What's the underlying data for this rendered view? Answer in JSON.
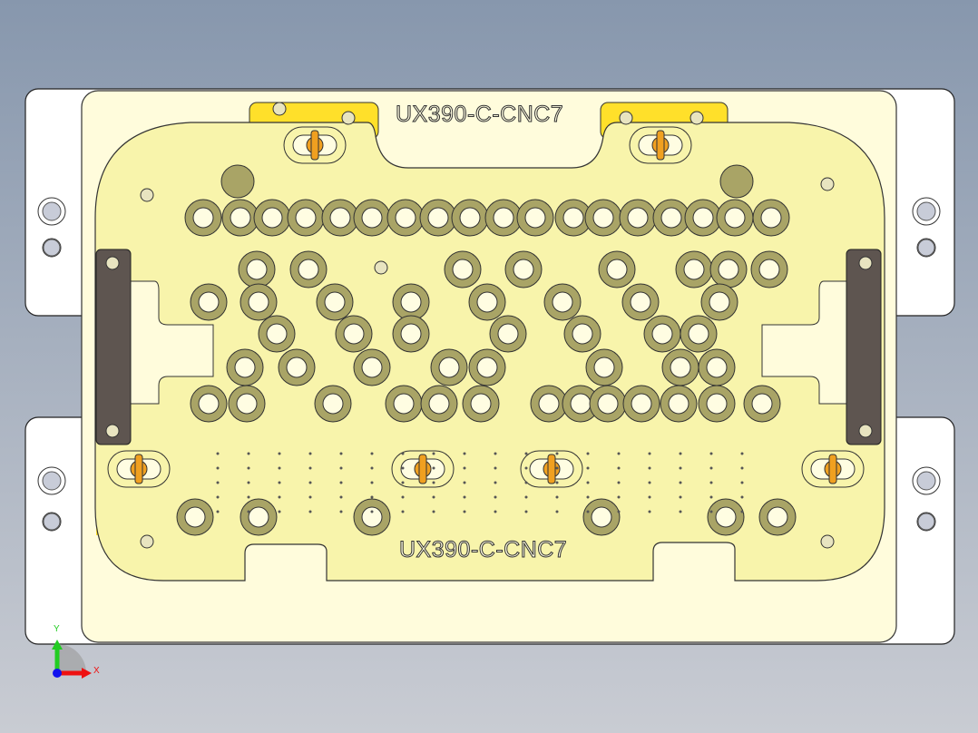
{
  "model": {
    "top_engraving": "UX390-C-CNC7",
    "bottom_engraving": "UX390-C-CNC7"
  },
  "triad": {
    "x_label": "X",
    "y_label": "Y"
  },
  "colors": {
    "background_top": "#8797ad",
    "background_bottom": "#c9ccd3",
    "base_plate": "#fffcdc",
    "fixture_plate": "#f8f4ab",
    "pocket_ring": "#a9a466",
    "clamp_block": "#ffe02a",
    "locating_pin": "#f0a020",
    "handle": "#5e5550",
    "x_axis": "#ee1111",
    "y_axis": "#22cc22",
    "z_axis": "#1111ee"
  }
}
